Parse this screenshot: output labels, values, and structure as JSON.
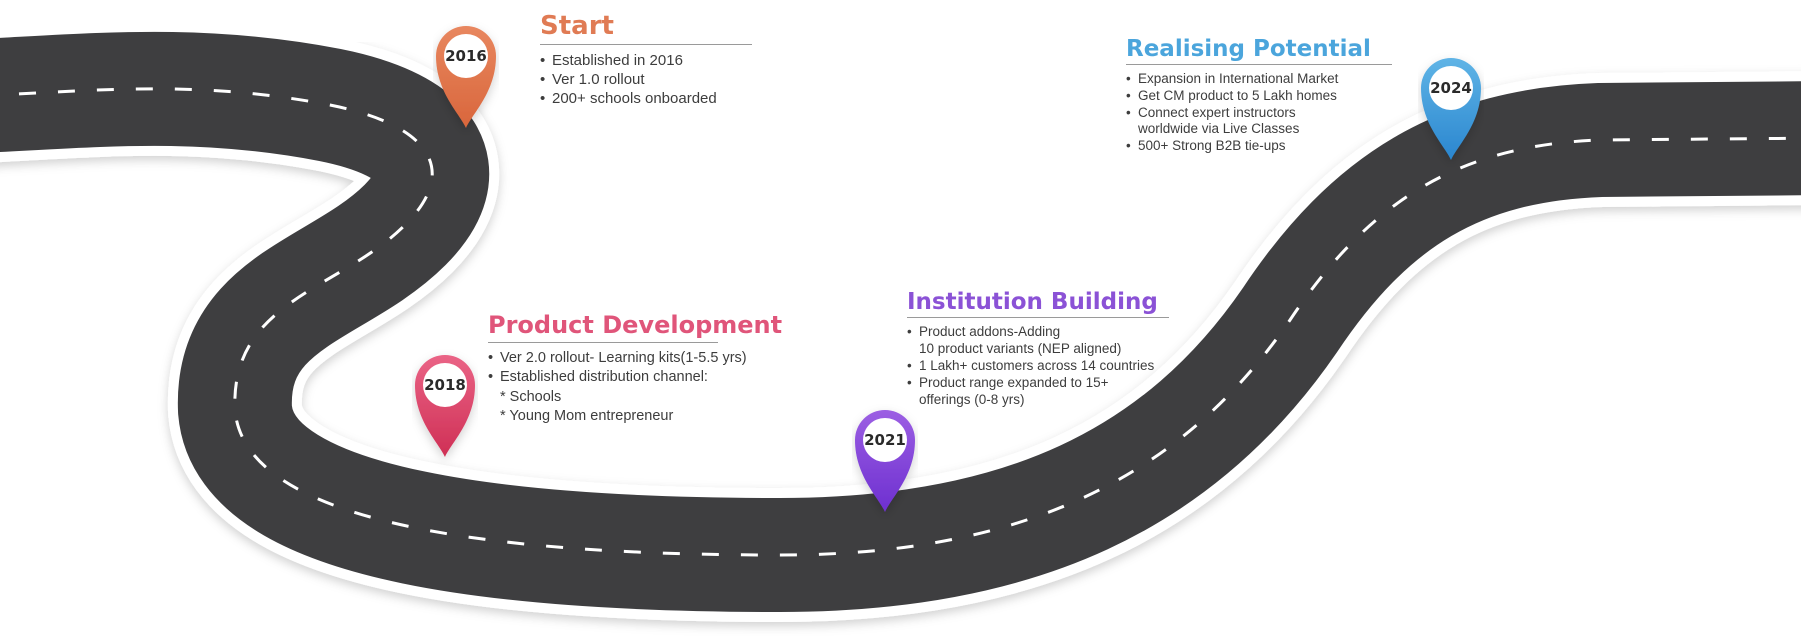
{
  "milestones": {
    "start": {
      "year": "2016",
      "title": "Start",
      "color": "#e07b54",
      "items": [
        "Established in 2016",
        "Ver 1.0 rollout",
        "200+ schools onboarded"
      ]
    },
    "product": {
      "year": "2018",
      "title": "Product Development",
      "color": "#e0557a",
      "items": [
        "Ver 2.0 rollout- Learning kits(1-5.5 yrs)",
        "Established distribution channel:"
      ],
      "sub_items": [
        "* Schools",
        "* Young Mom entrepreneur"
      ]
    },
    "institution": {
      "year": "2021",
      "title": "Institution Building",
      "color": "#8b52d6",
      "items": [
        [
          "Product addons-Adding",
          "10 product variants (NEP aligned)"
        ],
        [
          "1 Lakh+ customers across 14 countries"
        ],
        [
          "Product range expanded to 15+",
          "offerings (0-8 yrs)"
        ]
      ]
    },
    "realising": {
      "year": "2024",
      "title": "Realising Potential",
      "color": "#4ba5dc",
      "items": [
        [
          "Expansion in International Market"
        ],
        [
          "Get CM product to 5 Lakh homes"
        ],
        [
          "Connect expert instructors",
          "worldwide via Live Classes"
        ],
        [
          "500+ Strong B2B tie-ups"
        ]
      ]
    }
  },
  "road": {
    "asphalt_color": "#3e3e40",
    "dash_color": "#ffffff"
  }
}
